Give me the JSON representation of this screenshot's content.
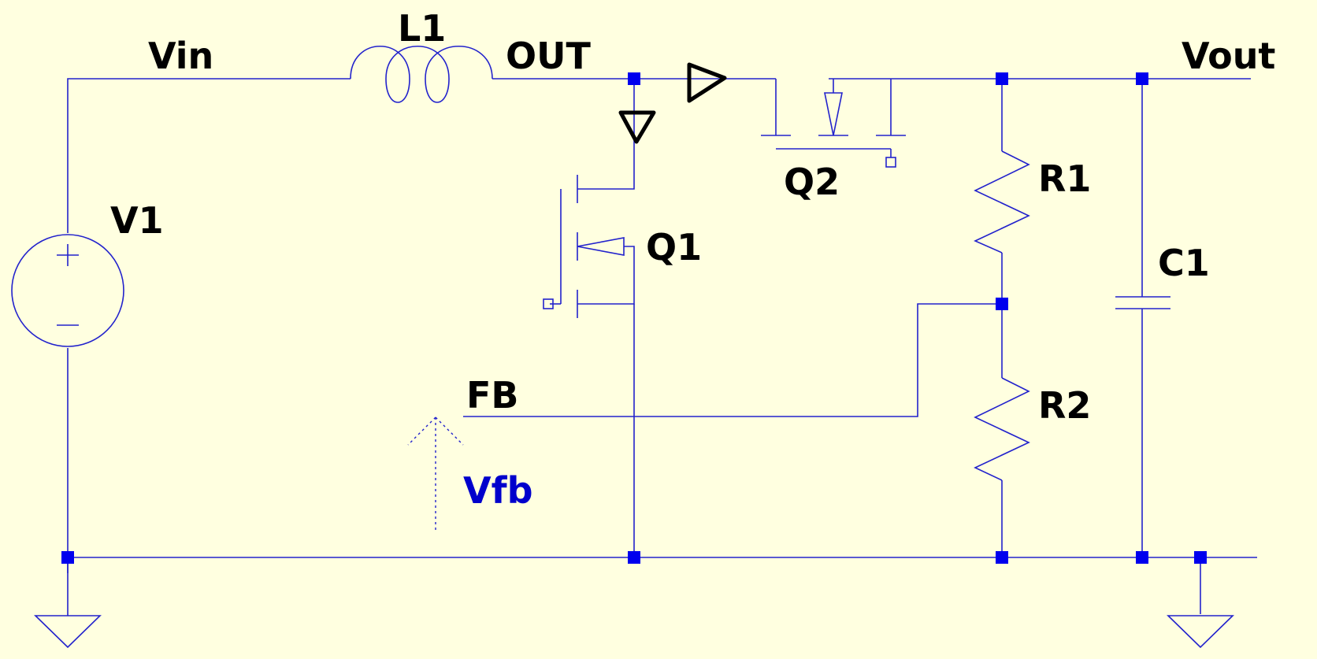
{
  "labels": {
    "vin": "Vin",
    "l1": "L1",
    "out": "OUT",
    "vout": "Vout",
    "v1": "V1",
    "q1": "Q1",
    "q2": "Q2",
    "r1": "R1",
    "r2": "R2",
    "c1": "C1",
    "fb": "FB",
    "vfb": "Vfb"
  },
  "colors": {
    "background": "#ffffe0",
    "wire": "#2222cc",
    "junction": "#0000ee",
    "label": "#000000",
    "voltage_label": "#0000cc"
  }
}
